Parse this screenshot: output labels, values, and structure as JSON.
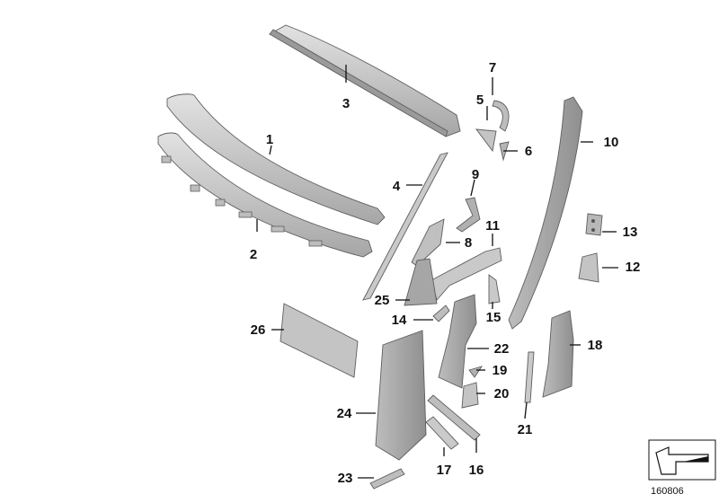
{
  "diagram": {
    "labels": [
      "1",
      "2",
      "3",
      "4",
      "5",
      "6",
      "7",
      "8",
      "9",
      "10",
      "11",
      "12",
      "13",
      "14",
      "15",
      "16",
      "17",
      "18",
      "19",
      "20",
      "21",
      "22",
      "23",
      "24",
      "25",
      "26"
    ],
    "reference": "160806",
    "colors": {
      "part_light": "#c9c9c9",
      "part_mid": "#a9a9a9",
      "part_dark": "#8c8c8c",
      "outline": "#5e5e5e",
      "text": "#111111"
    }
  }
}
